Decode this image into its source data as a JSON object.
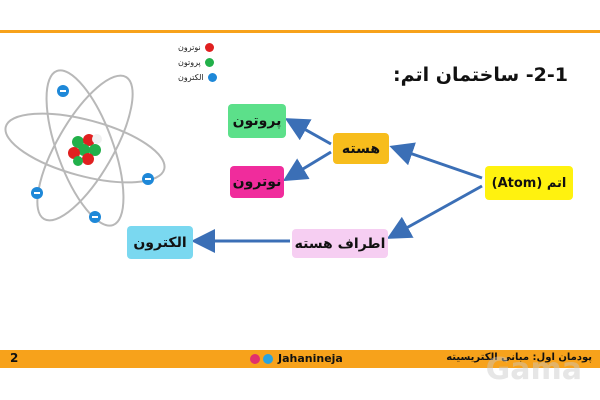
{
  "slide": {
    "title": "2-1- ساختمان اتم:",
    "page_number": "2"
  },
  "legend": [
    {
      "label": "نوترون",
      "color": "#e02020"
    },
    {
      "label": "پروتون",
      "color": "#22b04a"
    },
    {
      "label": "الکترون",
      "color": "#1e88d8"
    }
  ],
  "diagram": {
    "atom": "اتم (Atom)",
    "nucleus": "هسته",
    "around_nucleus": "اطراف هسته",
    "proton": "پروتون",
    "neutron": "نوترون",
    "electron": "الکترون",
    "arrow_color": "#3b6fb6"
  },
  "footer": {
    "brand": "Jahanineja",
    "chapter": "پودمان اول: مبانی الکتریسیته",
    "accent": "#f7a21b"
  },
  "watermark": "Gama"
}
